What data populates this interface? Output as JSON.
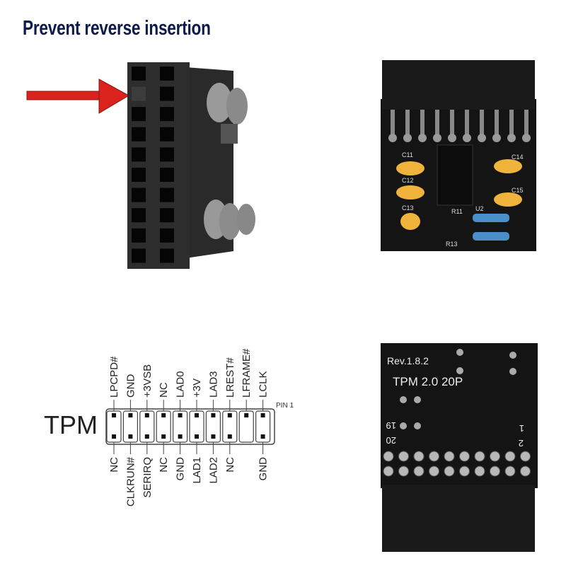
{
  "title": "Prevent reverse insertion",
  "colors": {
    "title": "#0d1a4a",
    "arrow": "#d9231c",
    "pcb": "#141414",
    "capacitor": "#f0b43c"
  },
  "top_right_board": {
    "capacitors": [
      "C11",
      "C12",
      "C13",
      "C14",
      "C15"
    ],
    "resistors": [
      "R11",
      "R13"
    ],
    "chip": "U2"
  },
  "bottom_right_board": {
    "revision": "Rev.1.8.2",
    "model": "TPM  2.0  20P",
    "pin_labels": {
      "p19": "19",
      "p20": "20",
      "p1": "1",
      "p2": "2"
    }
  },
  "pinout": {
    "label": "TPM",
    "pin1_label": "PIN 1",
    "top_pins": [
      "LPCPD#",
      "GND",
      "+3VSB",
      "NC",
      "LAD0",
      "+3V",
      "LAD3",
      "LREST#",
      "LFRAME#",
      "LCLK"
    ],
    "bottom_pins": [
      "NC",
      "CLKRUN#",
      "SERIRQ",
      "NC",
      "GND",
      "LAD1",
      "LAD2",
      "NC",
      "",
      "GND"
    ]
  }
}
